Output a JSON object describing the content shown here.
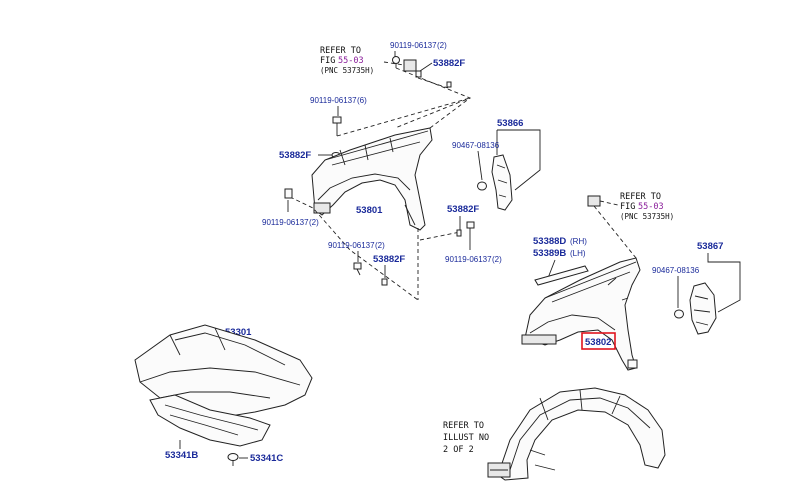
{
  "refer_fig_1": {
    "line1": "REFER TO",
    "fig_word": "FIG",
    "fig_no": "55-03",
    "pnc": "(PNC 53735H)"
  },
  "refer_fig_2": {
    "line1": "REFER TO",
    "fig_word": "FIG",
    "fig_no": "55-03",
    "pnc": "(PNC 53735H)"
  },
  "refer_illust": {
    "line1": "REFER TO",
    "line2": "ILLUST NO",
    "line3": "2 OF 2"
  },
  "parts": {
    "bolt_top": {
      "number": "90119-06137",
      "qty": "(2)"
    },
    "pad_top": "53882F",
    "bolt_left_upper": {
      "number": "90119-06137",
      "qty": "(6)"
    },
    "pad_left": "53882F",
    "bolt_left_lower": {
      "number": "90119-06137",
      "qty": "(2)"
    },
    "fender_lh": "53801",
    "bolt_mid": {
      "number": "90119-06137",
      "qty": "(2)"
    },
    "pad_mid": "53882F",
    "bracket_lh": "53866",
    "clip_lh": "90467-08136",
    "pad_right": "53882F",
    "bolt_right": {
      "number": "90119-06137",
      "qty": "(2)"
    },
    "seal_rh": {
      "number": "53388D",
      "side": "(RH)"
    },
    "seal_lh": {
      "number": "53389B",
      "side": "(LH)"
    },
    "fender_rh": "53802",
    "bracket_rh": "53867",
    "clip_rh": "90467-08136",
    "hood": "53301",
    "hood_seal": "53341B",
    "hood_clip": "53341C"
  },
  "highlight": {
    "part": "53802",
    "color": "#e0141e"
  }
}
